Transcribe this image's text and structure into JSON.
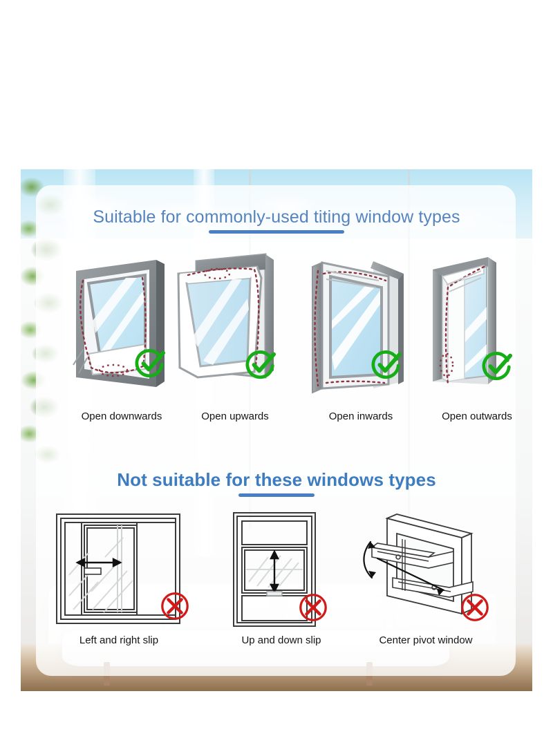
{
  "page": {
    "background_color": "#ffffff",
    "photo_backdrop": "living-room-window-daylight"
  },
  "theme": {
    "heading_light_blue": "#5583bd",
    "heading_bold_blue": "#3d7cc0",
    "rule_blue": "#4a7fc1",
    "check_green": "#16ad16",
    "cross_red": "#d01a1a",
    "caption_black": "#141414",
    "frame_gray": "#8c9194",
    "glass_blue": "#c9e6f4",
    "dotted_path_red": "#8e3340"
  },
  "sections": {
    "suitable": {
      "heading": "Suitable for commonly-used titing window types",
      "underline": true,
      "badge_icon": "green-check-circle-icon",
      "items": [
        {
          "label": "Open downwards",
          "icon": "window-tilt-top-hung-icon",
          "verdict": "suitable"
        },
        {
          "label": "Open upwards",
          "icon": "window-tilt-bottom-hung-icon",
          "verdict": "suitable"
        },
        {
          "label": "Open inwards",
          "icon": "window-casement-inward-icon",
          "verdict": "suitable"
        },
        {
          "label": "Open outwards",
          "icon": "window-casement-outward-icon",
          "verdict": "suitable"
        }
      ]
    },
    "not_suitable": {
      "heading": "Not suitable for these windows types",
      "underline": true,
      "badge_icon": "red-cross-circle-icon",
      "items": [
        {
          "label": "Left and right slip",
          "icon": "window-sliding-horizontal-icon",
          "verdict": "not-suitable"
        },
        {
          "label": "Up and down slip",
          "icon": "window-sash-vertical-icon",
          "verdict": "not-suitable"
        },
        {
          "label": "Center pivot window",
          "icon": "window-center-pivot-icon",
          "verdict": "not-suitable"
        }
      ]
    }
  }
}
